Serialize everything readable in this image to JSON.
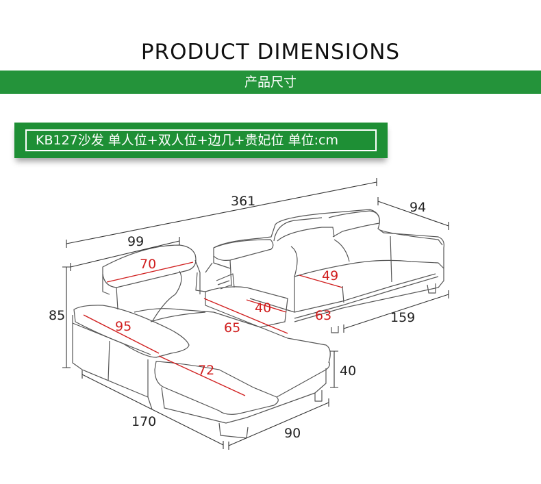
{
  "header": {
    "title": "PRODUCT DIMENSIONS",
    "subtitle": "产品尺寸"
  },
  "spec": {
    "label": "KB127沙发 单人位+双人位+边几+贵妃位 单位:cm"
  },
  "colors": {
    "accent_green": "#24933a",
    "dimension_red": "#d01e1e",
    "outline": "#555555"
  },
  "dimensions": {
    "total_length": "361",
    "depth": "94",
    "left_width": "99",
    "height": "85",
    "left_headrest": "70",
    "right_headrest": "49",
    "side_table": "40",
    "seat_depth_right": "63",
    "seat_width_table": "65",
    "right_length": "159",
    "chaise_arm": "95",
    "chaise_seat": "72",
    "seat_height": "40",
    "chaise_length": "170",
    "chaise_width": "90"
  }
}
